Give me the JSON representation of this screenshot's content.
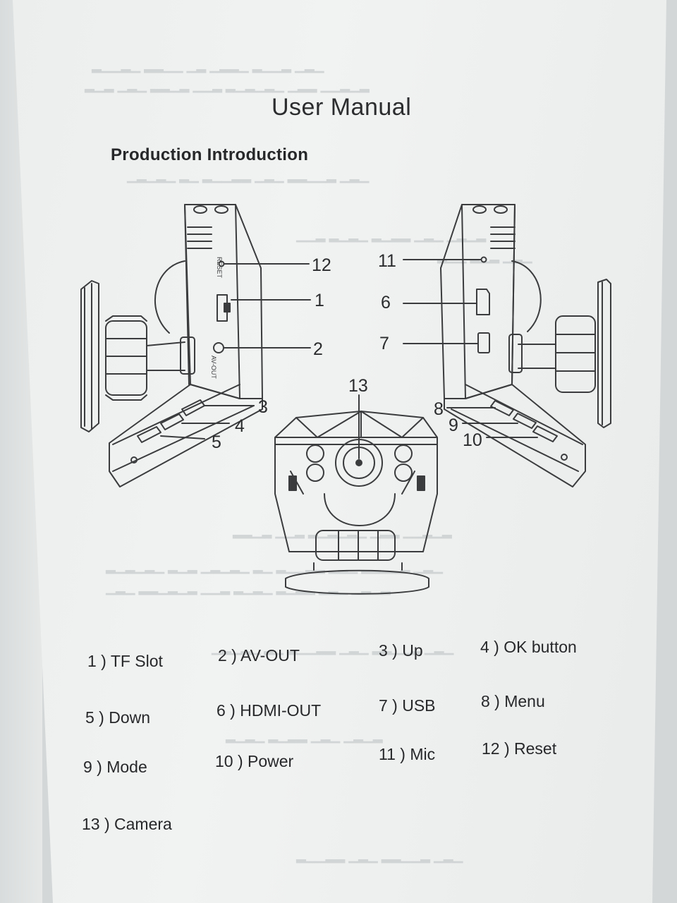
{
  "manual": {
    "title": "User Manual",
    "section_title": "Production Introduction"
  },
  "callout_numbers": [
    "1",
    "2",
    "3",
    "4",
    "5",
    "6",
    "7",
    "8",
    "9",
    "10",
    "11",
    "12",
    "13"
  ],
  "legend": [
    {
      "number": "1",
      "label": "1 ) TF Slot"
    },
    {
      "number": "2",
      "label": "2 ) AV-OUT"
    },
    {
      "number": "3",
      "label": "3 ) Up"
    },
    {
      "number": "4",
      "label": "4 ) OK button"
    },
    {
      "number": "5",
      "label": "5 ) Down"
    },
    {
      "number": "6",
      "label": "6 ) HDMI-OUT"
    },
    {
      "number": "7",
      "label": "7 ) USB"
    },
    {
      "number": "8",
      "label": "8 ) Menu"
    },
    {
      "number": "9",
      "label": "9 ) Mode"
    },
    {
      "number": "10",
      "label": "10 ) Power"
    },
    {
      "number": "11",
      "label": "11 ) Mic"
    },
    {
      "number": "12",
      "label": "12 ) Reset"
    },
    {
      "number": "13",
      "label": "13 ) Camera"
    }
  ],
  "device_labels": {
    "reset_port": "RESET",
    "av_port": "AV-OUT"
  }
}
